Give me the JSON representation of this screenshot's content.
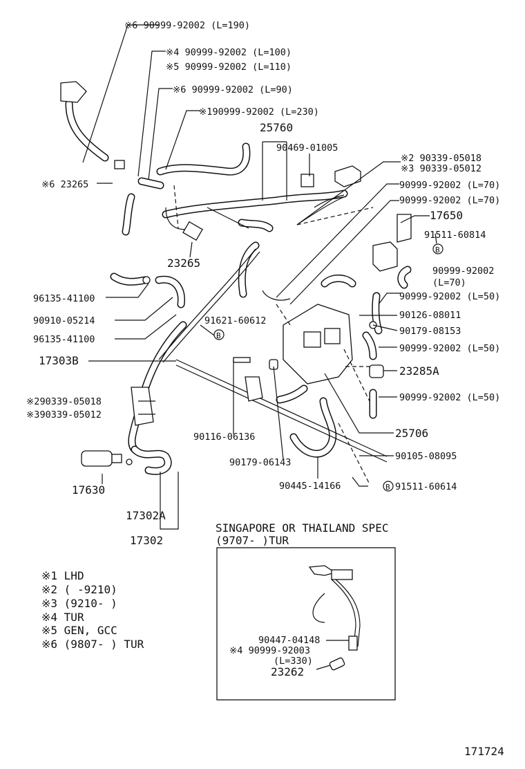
{
  "labels": {
    "l01": "※6  90999-92002 (L=190)",
    "l02": "※4 90999-92002  (L=100)",
    "l03": "※5 90999-92002  (L=110)",
    "l04": "※6 90999-92002  (L=90)",
    "l05": "※190999-92002  (L=230)",
    "l06": "25760",
    "l07": "90469-01005",
    "l08": "※2 90339-05018",
    "l09": "※3 90339-05012",
    "l10": "※6 23265",
    "l11": "90999-92002 (L=70)",
    "l12": "90999-92002 (L=70)",
    "l13": "17650",
    "l14": "91511-60814",
    "l15": "23265",
    "l16": "90999-92002",
    "l17": "(L=70)",
    "l18": "96135-41100",
    "l19": "90999-92002 (L=50)",
    "l20": "90910-05214",
    "l21": "90126-08011",
    "l22": "91621-60612",
    "l23": "90179-08153",
    "l24": "96135-41100",
    "l25": "90999-92002 (L=50)",
    "l26": "17303B",
    "l27": "23285A",
    "l28": "※290339-05018",
    "l29": "※390339-05012",
    "l30": "90999-92002 (L=50)",
    "l31": "25706",
    "l32": "90116-06136",
    "l33": "90105-08095",
    "l34": "90179-06143",
    "l35": "17630",
    "l36": "90445-14166",
    "l37": "91511-60614",
    "l38": "17302A",
    "l39": "17302"
  },
  "circle_b": "B",
  "inset": {
    "title": "SINGAPORE OR THAILAND SPEC",
    "subtitle": "(9707-     )TUR",
    "part1": "90447-04148",
    "part2": "※4  90999-92003",
    "part3": "(L=330)",
    "part4": "23262"
  },
  "notes": [
    "※1 LHD",
    "※2 (      -9210)",
    "※3 (9210-      )",
    "※4 TUR",
    "※5  GEN, GCC",
    "※6  (9807-      ) TUR"
  ],
  "figure_number": "171724"
}
